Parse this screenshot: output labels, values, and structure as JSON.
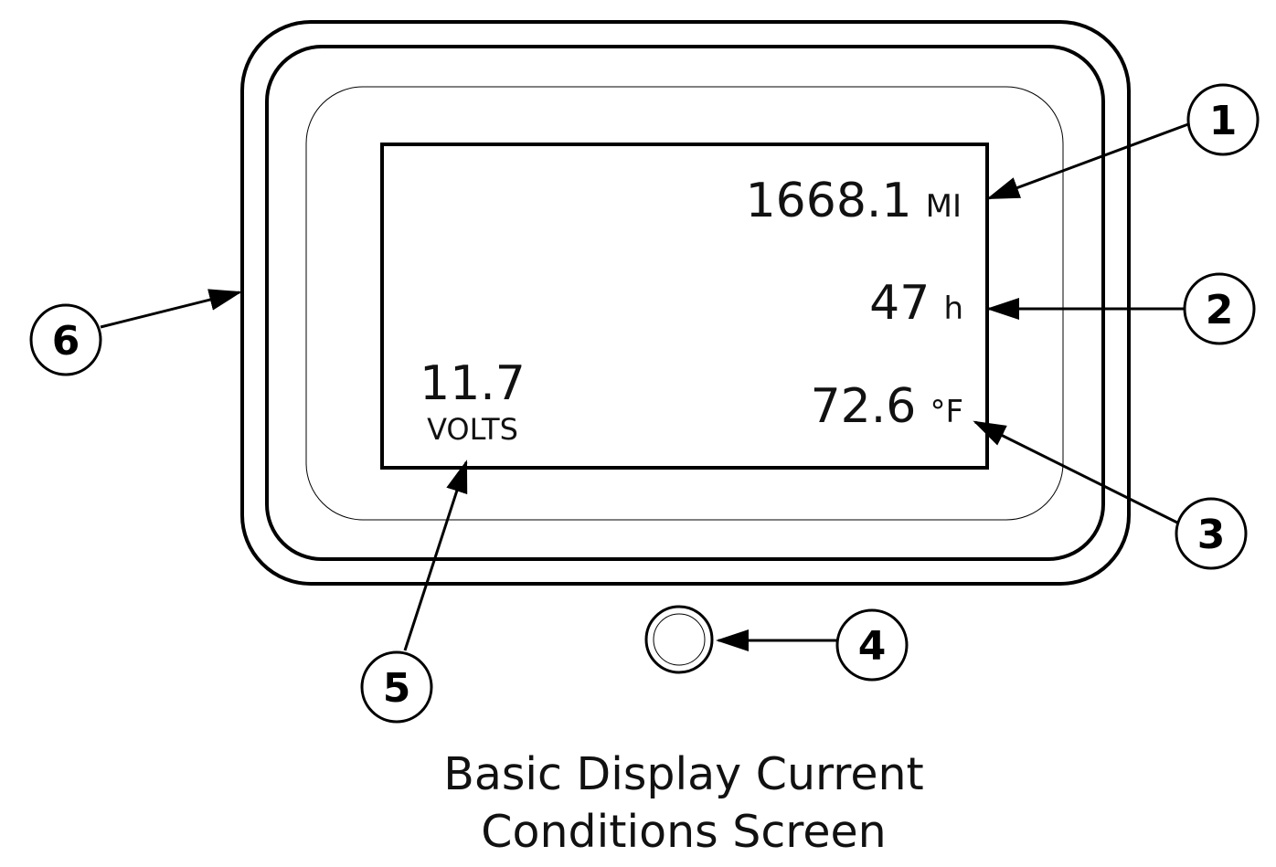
{
  "display": {
    "odometer": {
      "value": "1668.1",
      "unit": "MI"
    },
    "hours": {
      "value": "47",
      "unit": "h"
    },
    "temperature": {
      "value": "72.6",
      "unit": "°F"
    },
    "voltage": {
      "value": "11.7",
      "unit": "VOLTS"
    }
  },
  "callouts": [
    "1",
    "2",
    "3",
    "4",
    "5",
    "6"
  ],
  "caption": {
    "line1": "Basic Display Current",
    "line2": "Conditions Screen"
  },
  "colors": {
    "line": "#000000",
    "background": "#ffffff"
  }
}
